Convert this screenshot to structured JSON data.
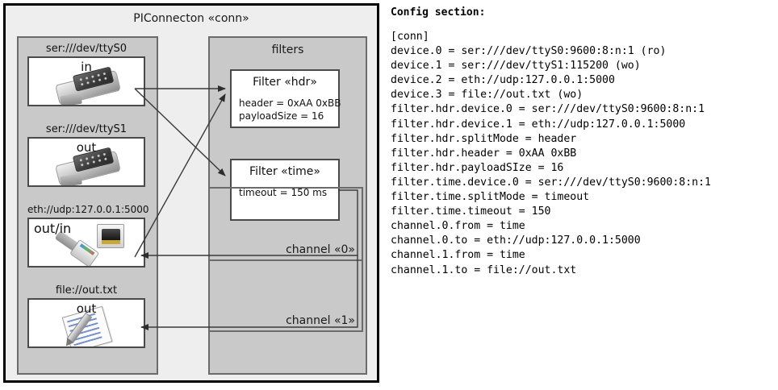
{
  "diagram": {
    "title": "PIConnecton «conn»",
    "devices_panel": {
      "title": "",
      "devices": [
        {
          "label": "ser:///dev/ttyS0",
          "direction": "in",
          "icon": "serial-connector-icon"
        },
        {
          "label": "ser:///dev/ttyS1",
          "direction": "out",
          "icon": "serial-connector-icon"
        },
        {
          "label": "eth://udp:127.0.0.1:5000",
          "direction": "out/in",
          "icon": "ethernet-jack-icon"
        },
        {
          "label": "file://out.txt",
          "direction": "out",
          "icon": "text-document-icon"
        }
      ]
    },
    "filters_panel": {
      "title": "filters",
      "filters": [
        {
          "title": "Filter «hdr»",
          "props": [
            "header = 0xAA 0xBB",
            "payloadSize = 16"
          ]
        },
        {
          "title": "Filter «time»",
          "props": [
            "timeout = 150 ms"
          ]
        }
      ],
      "channels": [
        {
          "label": "channel «0»"
        },
        {
          "label": "channel «1»"
        }
      ]
    }
  },
  "config": {
    "heading": "Config section:",
    "lines": [
      "[conn]",
      "device.0 = ser:///dev/ttyS0:9600:8:n:1 (ro)",
      "device.1 = ser:///dev/ttyS1:115200 (wo)",
      "device.2 = eth://udp:127.0.0.1:5000",
      "device.3 = file://out.txt (wo)",
      "filter.hdr.device.0 = ser:///dev/ttyS0:9600:8:n:1",
      "filter.hdr.device.1 = eth://udp:127.0.0.1:5000",
      "filter.hdr.splitMode = header",
      "filter.hdr.header = 0xAA 0xBB",
      "filter.hdr.payloadSIze = 16",
      "filter.time.device.0 = ser:///dev/ttyS0:9600:8:n:1",
      "filter.time.splitMode = timeout",
      "filter.time.timeout = 150",
      "channel.0.from = time",
      "channel.0.to = eth://udp:127.0.0.1:5000",
      "channel.1.from = time",
      "channel.1.to = file://out.txt"
    ]
  },
  "colors": {
    "frame_border": "#000000",
    "diagram_bg": "#eeeeee",
    "panel_bg": "#c9c9c9",
    "panel_border": "#6b6b6b",
    "box_bg": "#ffffff",
    "box_border": "#4a4a4a",
    "arrow": "#333333"
  }
}
